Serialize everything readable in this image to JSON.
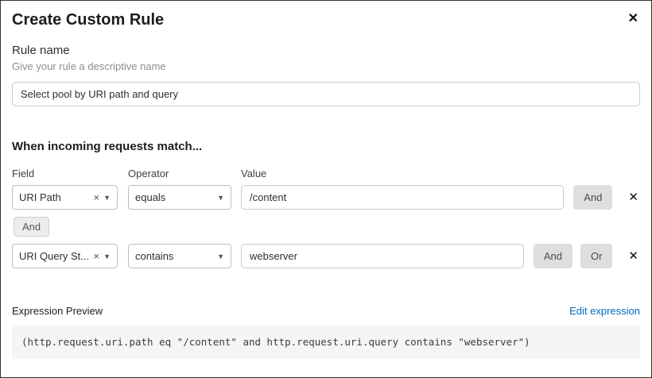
{
  "colors": {
    "link_blue": "#0069c2",
    "button_gray": "#dedede",
    "code_background": "#f5f5f6",
    "border_gray": "#b9bec4"
  },
  "icons": {
    "close": "✕",
    "remove": "✕",
    "clear": "×",
    "chevron_down": "▼"
  },
  "modal": {
    "title": "Create Custom Rule"
  },
  "rule_name": {
    "label": "Rule name",
    "hint": "Give your rule a descriptive name",
    "value": "Select pool by URI path and query"
  },
  "match": {
    "heading": "When incoming requests match...",
    "columns": {
      "field": "Field",
      "operator": "Operator",
      "value": "Value"
    },
    "connector": "And",
    "rows": [
      {
        "field": "URI Path",
        "operator": "equals",
        "value": "/content",
        "and": "And"
      },
      {
        "field": "URI Query St...",
        "operator": "contains",
        "value": "webserver",
        "and": "And",
        "or": "Or"
      }
    ]
  },
  "expression": {
    "label": "Expression Preview",
    "edit_link": "Edit expression",
    "code": "(http.request.uri.path eq \"/content\" and http.request.uri.query contains \"webserver\")"
  }
}
